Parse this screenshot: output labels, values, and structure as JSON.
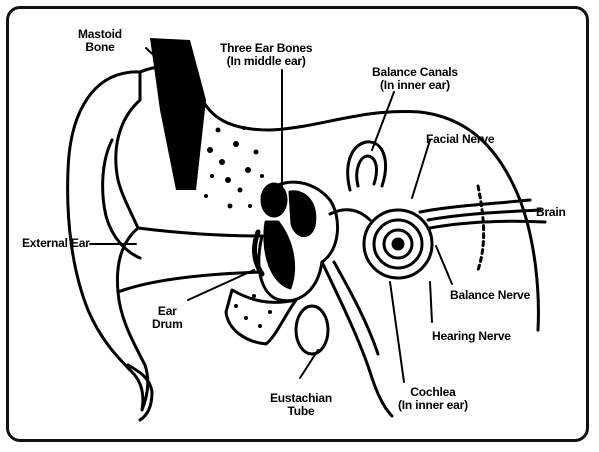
{
  "labels": {
    "mastoid_bone": [
      "Mastoid",
      "Bone"
    ],
    "three_ear_bones": [
      "Three Ear Bones",
      "(In middle ear)"
    ],
    "balance_canals": [
      "Balance Canals",
      "(In inner ear)"
    ],
    "facial_nerve": "Facial Nerve",
    "brain": "Brain",
    "external_ear": "External Ear",
    "ear_drum": [
      "Ear",
      "Drum"
    ],
    "balance_nerve": "Balance Nerve",
    "hearing_nerve": "Hearing Nerve",
    "eustachian_tube": [
      "Eustachian",
      "Tube"
    ],
    "cochlea": [
      "Cochlea",
      "(In inner ear)"
    ]
  },
  "colors": {
    "ink": "#000000",
    "paper": "#ffffff"
  }
}
